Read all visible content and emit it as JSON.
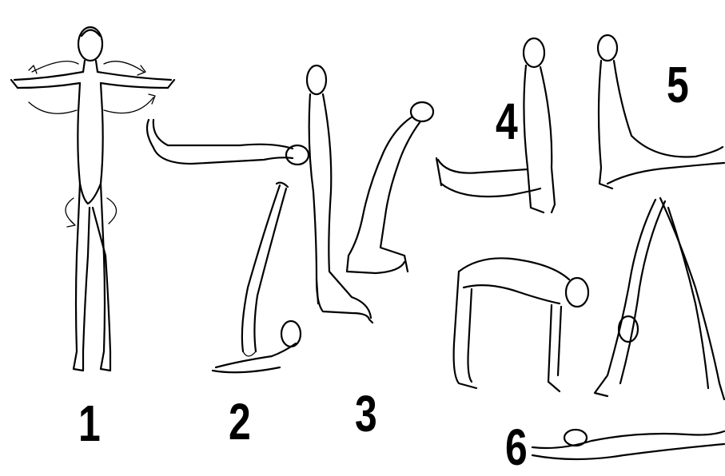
{
  "steps": [
    {
      "number": "1"
    },
    {
      "number": "2"
    },
    {
      "number": "3"
    },
    {
      "number": "4"
    },
    {
      "number": "5"
    },
    {
      "number": "6"
    }
  ],
  "colors": {
    "ink": "#000000",
    "background": "#ffffff"
  }
}
